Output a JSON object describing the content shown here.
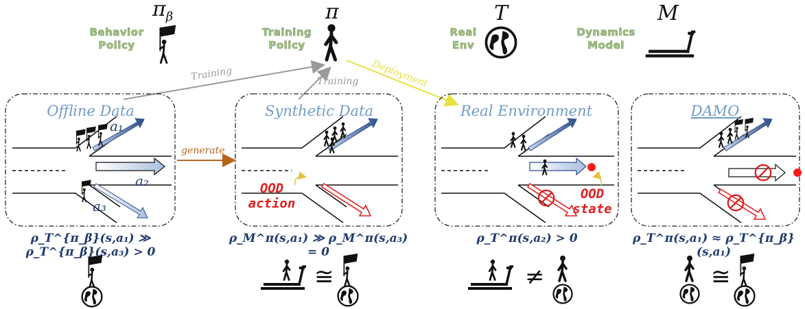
{
  "top_labels": {
    "behavior_policy": "Behavior\nPolicy",
    "training_policy": "Training\nPolicy",
    "real_env": "Real\nEnv",
    "dynamics_model": "Dynamics\nModel"
  },
  "symbols": {
    "pi_beta": "π",
    "pi_beta_sub": "β",
    "pi": "π",
    "T": "T",
    "M": "M"
  },
  "arrows": {
    "training_1": "Training",
    "training_2": "Training",
    "deployment": "Deployment",
    "generate": "generate"
  },
  "panels": {
    "offline": {
      "title": "Offline Data",
      "a1": "a₁",
      "a2": "a₂",
      "a3": "a₃",
      "formula": "ρ_T^{π_β}(s,a₁) ≫ ρ_T^{π_β}(s,a₃) > 0"
    },
    "synthetic": {
      "title": "Synthetic Data",
      "ood": "OOD\naction",
      "formula": "ρ_M^π(s,a₁) ≫ ρ_M^π(s,a₃) = 0"
    },
    "real": {
      "title": "Real Environment",
      "ood": "OOD\nstate",
      "formula": "ρ_T^π(s,a₂) > 0"
    },
    "damo": {
      "title": "DAMO",
      "formula": "ρ_T^π(s,a₁) ≈ ρ_T^{π_β}(s,a₁)"
    }
  },
  "relations": {
    "synthetic": "≅",
    "real": "≠",
    "damo": "≅"
  },
  "colors": {
    "title_blue": "#6f9bc7",
    "formula_navy": "#1f3a6e",
    "label_green": "#a6c48a",
    "ood_red": "#e02020",
    "deploy_yellow": "#e6e040",
    "generate_brown": "#b8651c",
    "training_gray": "#9a9a9a",
    "arrow_blue": "#2e4f8a",
    "arrow_light": "#c7d6ee"
  }
}
